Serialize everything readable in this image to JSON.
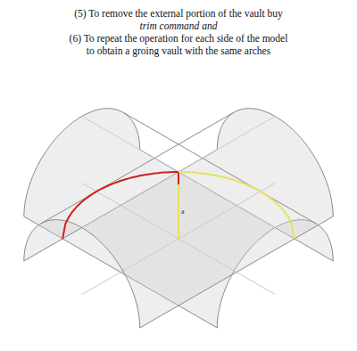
{
  "diagram": {
    "labels": [
      "(5) To remove the external portion of the vault buy",
      "trim command and",
      "(6) To repeat the operation for each side of the model",
      "to obtain a groing vault with the same arches",
      "a"
    ]
  }
}
